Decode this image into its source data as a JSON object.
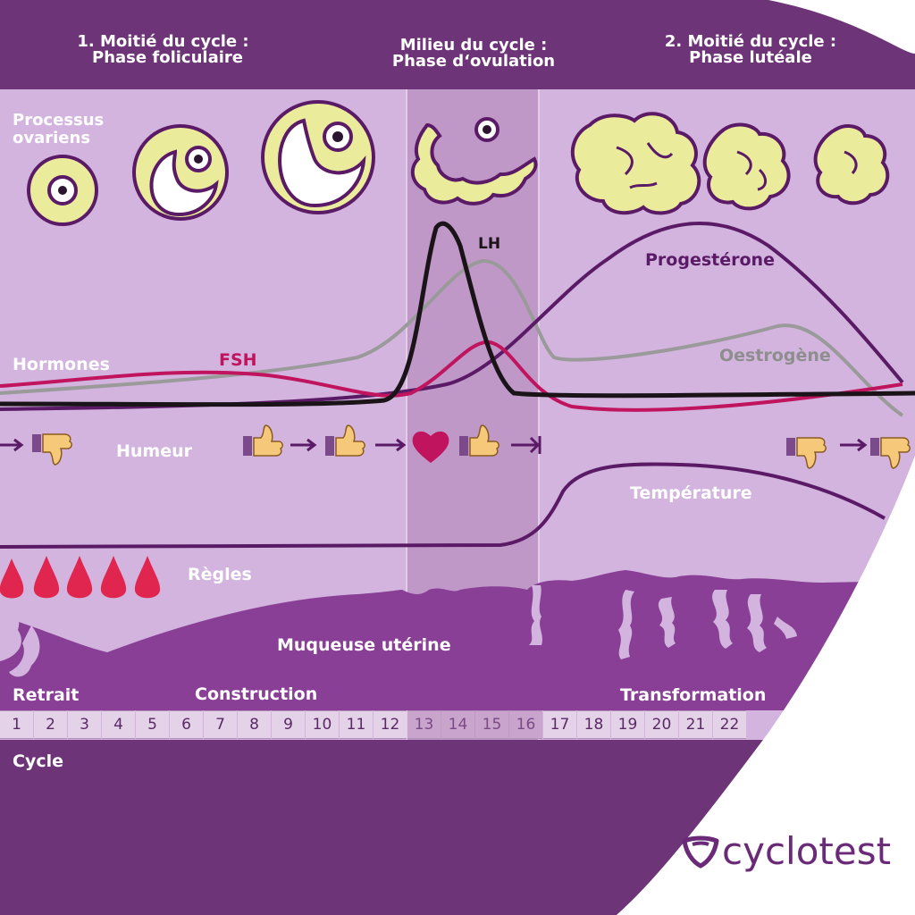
{
  "phases": {
    "follicular": {
      "line1": "1. Moitié du cycle :",
      "line2": "Phase foliculaire"
    },
    "ovulation": {
      "line1": "Milieu du cycle :",
      "line2": "Phase d‘ovulation"
    },
    "luteal": {
      "line1": "2. Moitié du cycle :",
      "line2": "Phase lutéale"
    }
  },
  "rows": {
    "ovarian": "Processus ovariens",
    "hormones": "Hormones",
    "mood": "Humeur",
    "period": "Règles",
    "mucosa": "Muqueuse utérine",
    "cycle": "Cycle"
  },
  "hormones": {
    "fsh": "FSH",
    "lh": "LH",
    "progesterone": "Progestérone",
    "estrogen": "Oestrogène",
    "temperature": "Température"
  },
  "mucosa_stages": {
    "retreat": "Retrait",
    "build": "Construction",
    "transform": "Transformation"
  },
  "days": [
    "1",
    "2",
    "3",
    "4",
    "5",
    "6",
    "7",
    "8",
    "9",
    "10",
    "11",
    "12",
    "13",
    "14",
    "15",
    "16",
    "17",
    "18",
    "19",
    "20",
    "21",
    "22"
  ],
  "mood_sequence": [
    "thumbs-down",
    "thumbs-up",
    "thumbs-up",
    "heart",
    "thumbs-up",
    "thumbs-down",
    "thumbs-down"
  ],
  "brand": {
    "name": "cyclotest"
  },
  "colors": {
    "header_bg": "#6e3478",
    "panel_bg": "#d2b4de",
    "ovulation_band": "#c098c8",
    "follicle": "#ebeb9c",
    "lh": "#1a1418",
    "fsh": "#c0145e",
    "estrogen": "#9a9a9a",
    "progesterone": "#5a1a66",
    "mucosa": "#8a3f96",
    "blood": "#e0254e",
    "heart": "#c0145e"
  }
}
